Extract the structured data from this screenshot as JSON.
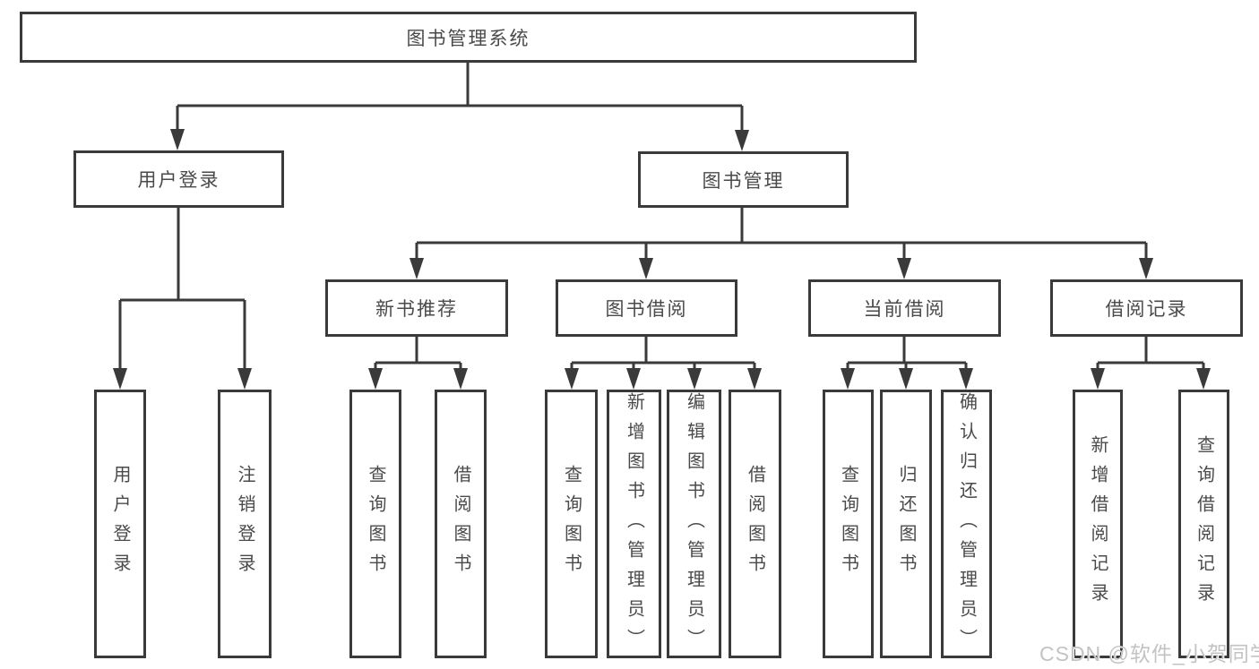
{
  "watermark": "CSDN @软件_小贺同学",
  "colors": {
    "line": "#3a3a3a",
    "text": "#4a4a4a",
    "watermark": "#c3c3c3",
    "background": "#ffffff"
  },
  "tree": {
    "label": "图书管理系统",
    "children": [
      {
        "label": "用户登录",
        "children": [
          {
            "label": "用户登录"
          },
          {
            "label": "注销登录"
          }
        ]
      },
      {
        "label": "图书管理",
        "children": [
          {
            "label": "新书推荐",
            "children": [
              {
                "label": "查询图书"
              },
              {
                "label": "借阅图书"
              }
            ]
          },
          {
            "label": "图书借阅",
            "children": [
              {
                "label": "查询图书"
              },
              {
                "label": "新增图书（管理员）"
              },
              {
                "label": "编辑图书（管理员）"
              },
              {
                "label": "借阅图书"
              }
            ]
          },
          {
            "label": "当前借阅",
            "children": [
              {
                "label": "查询图书"
              },
              {
                "label": "归还图书"
              },
              {
                "label": "确认归还（管理员）"
              }
            ]
          },
          {
            "label": "借阅记录",
            "children": [
              {
                "label": "新增借阅记录"
              },
              {
                "label": "查询借阅记录"
              }
            ]
          }
        ]
      }
    ]
  }
}
